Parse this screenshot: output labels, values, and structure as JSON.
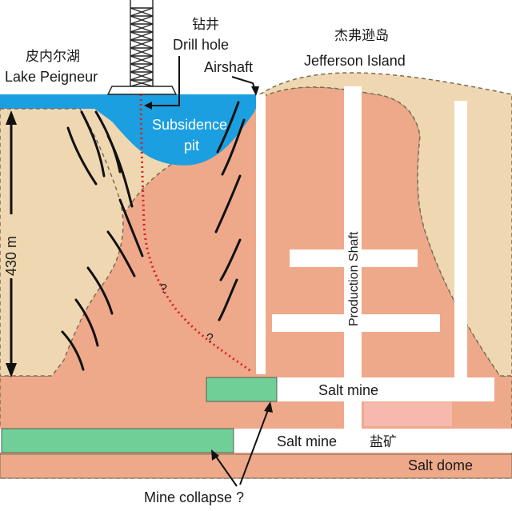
{
  "labels": {
    "drill_hole_cn": "钻井",
    "drill_hole": "Drill hole",
    "lake_cn": "皮内尔湖",
    "lake": "Lake Peigneur",
    "airshaft": "Airshaft",
    "island_cn": "杰弗逊岛",
    "island": "Jefferson Island",
    "subsidence_line1": "Subsidence",
    "subsidence_line2": "pit",
    "depth": "430 m",
    "production_shaft": "Production Shaft",
    "salt_mine_upper": "Salt mine",
    "salt_mine_lower": "Salt mine",
    "salt_mine_cn": "盐矿",
    "salt_dome": "Salt dome",
    "mine_collapse": "Mine collapse ?",
    "question_1": "?",
    "question_2": "?"
  },
  "colors": {
    "sediment": "#efd8b1",
    "salt": "#eea98a",
    "water": "#1b9fe0",
    "mine_tunnel": "#ffffff",
    "flooded_mine": "#6fcf97",
    "pink_block": "#f6b9ae",
    "drill_path": "#d9231f",
    "faults": "#111111"
  }
}
